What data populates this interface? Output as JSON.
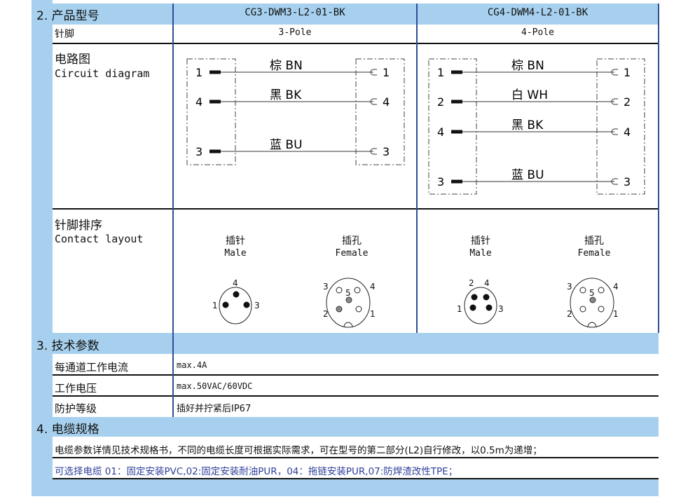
{
  "section2": {
    "title": "2. 产品型号",
    "models": [
      "CG3-DWM3-L2-01-BK",
      "CG4-DWM4-L2-01-BK"
    ],
    "pins_label": "针脚",
    "poles": [
      "3-Pole",
      "4-Pole"
    ],
    "circuit_label_cn": "电路图",
    "circuit_label_en": "Circuit diagram",
    "circuit3": {
      "pins": [
        "1",
        "4",
        "3"
      ],
      "wires": [
        "棕 BN",
        "黑 BK",
        "蓝 BU"
      ]
    },
    "circuit4": {
      "pins": [
        "1",
        "2",
        "4",
        "3"
      ],
      "wires": [
        "棕 BN",
        "白 WH",
        "黑 BK",
        "蓝 BU"
      ]
    },
    "contact_label_cn": "针脚排序",
    "contact_label_en": "Contact layout",
    "male_cn": "插针",
    "male_en": "Male",
    "female_cn": "插孔",
    "female_en": "Female"
  },
  "section3": {
    "title": "3. 技术参数",
    "rows": [
      {
        "label": "每通道工作电流",
        "value": "max.4A"
      },
      {
        "label": "工作电压",
        "value": "max.50VAC/60VDC"
      },
      {
        "label": "防护等级",
        "value": "插好并拧紧后IP67"
      }
    ]
  },
  "section4": {
    "title": "4. 电缆规格",
    "line1": "电缆参数详情见技术规格书，不同的电缆长度可根据实际需求，可在型号的第二部分(L2)自行修改，以0.5m为递增；",
    "line2": "可选择电缆 01：固定安装PVC,02:固定安装耐油PUR，04：拖链安装PUR,07:防焊渣改性TPE；",
    "line2_color": "#2e3f9a"
  }
}
